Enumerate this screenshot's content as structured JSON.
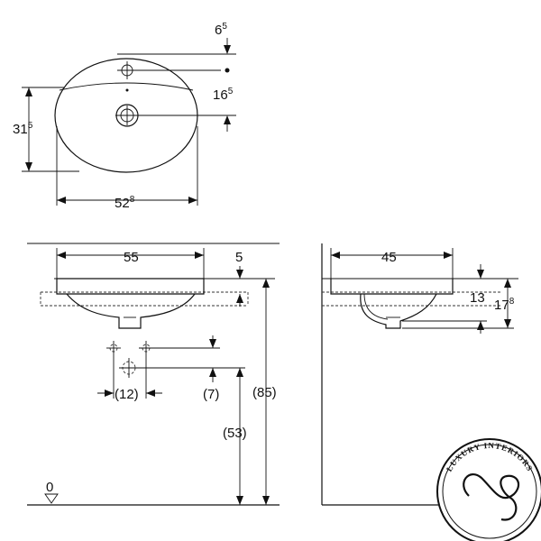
{
  "top_view": {
    "dim_6_5": {
      "main": "6",
      "sup": "5"
    },
    "dim_16_5": {
      "main": "16",
      "sup": "5"
    },
    "dim_31_5": {
      "main": "31",
      "sup": "5"
    },
    "dim_52_8": {
      "main": "52",
      "sup": "8"
    }
  },
  "front_view": {
    "dim_55": "55",
    "dim_5": "5",
    "dim_12": "(12)",
    "dim_7": "(7)",
    "dim_53": "(53)",
    "dim_85": "(85)",
    "floor_level": "0"
  },
  "side_view": {
    "dim_45": "45",
    "dim_13": "13",
    "dim_17_8": {
      "main": "17",
      "sup": "8"
    }
  },
  "logo": {
    "text": "LUXURY INTERIORS",
    "colors": {
      "ring": "#111111",
      "background": "#ffffff"
    }
  }
}
